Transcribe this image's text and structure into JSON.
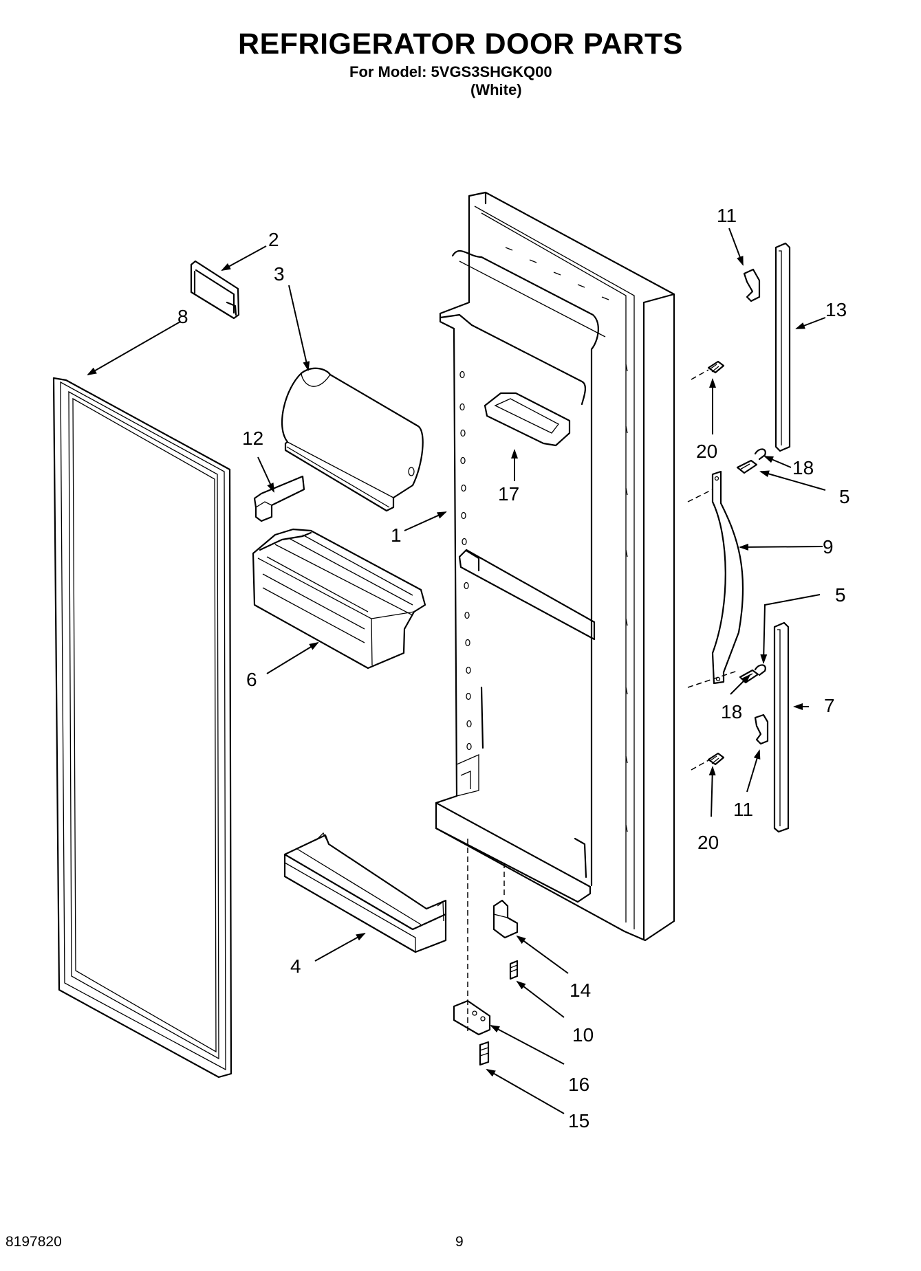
{
  "header": {
    "title": "REFRIGERATOR DOOR PARTS",
    "model_line": "For Model: 5VGS3SHGKQ00",
    "color_line": "(White)"
  },
  "footer": {
    "doc_number": "8197820",
    "page_number": "9"
  },
  "callouts": {
    "c1": "1",
    "c2": "2",
    "c3": "3",
    "c4": "4",
    "c5a": "5",
    "c5b": "5",
    "c6": "6",
    "c7": "7",
    "c8": "8",
    "c9": "9",
    "c10": "10",
    "c11a": "11",
    "c11b": "11",
    "c12": "12",
    "c13": "13",
    "c14": "14",
    "c15": "15",
    "c16": "16",
    "c17": "17",
    "c18a": "18",
    "c18b": "18",
    "c20a": "20",
    "c20b": "20"
  }
}
